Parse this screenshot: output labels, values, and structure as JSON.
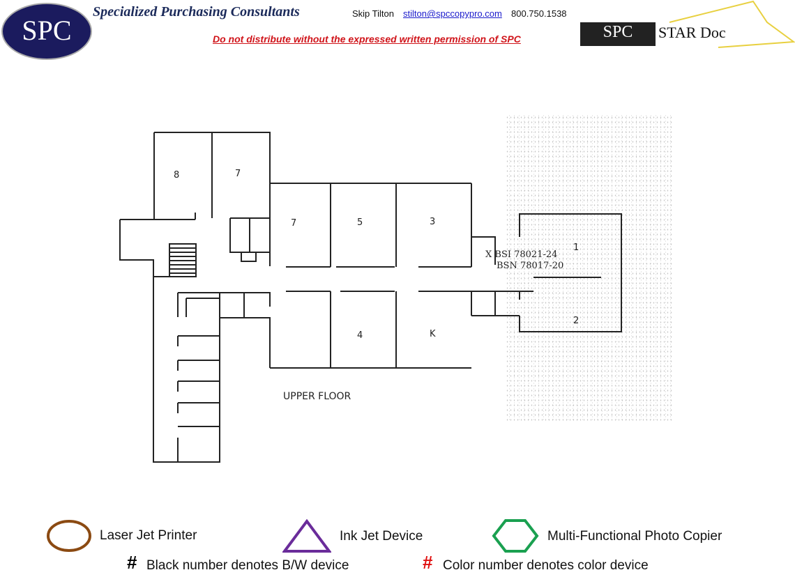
{
  "header": {
    "logo_text": "SPC",
    "company": "Specialized Purchasing Consultants",
    "contact_name": "Skip Tilton",
    "email": "stilton@spccopypro.com",
    "phone": "800.750.1538",
    "warning": "Do not distribute without the expressed written permission of SPC",
    "star_logo_left": "SPC",
    "star_logo_right": "STAR Doc"
  },
  "floorplan": {
    "title": "UPPER FLOOR",
    "rooms": [
      "8",
      "7",
      "7",
      "5",
      "3",
      "1",
      "4",
      "K",
      "2"
    ],
    "device_line_1": "X BSI 78021-24",
    "device_line_2": "BSN 78017-20"
  },
  "legend": {
    "laser": "Laser Jet Printer",
    "inkjet": "Ink Jet Device",
    "mfp": "Multi-Functional Photo Copier",
    "hash": "#",
    "bw": "Black number denotes B/W device",
    "color": "Color number denotes color device",
    "colors": {
      "laser": "#8b4a12",
      "inkjet": "#6a2c9a",
      "mfp": "#1aa050",
      "color_hash": "#e01010"
    }
  }
}
